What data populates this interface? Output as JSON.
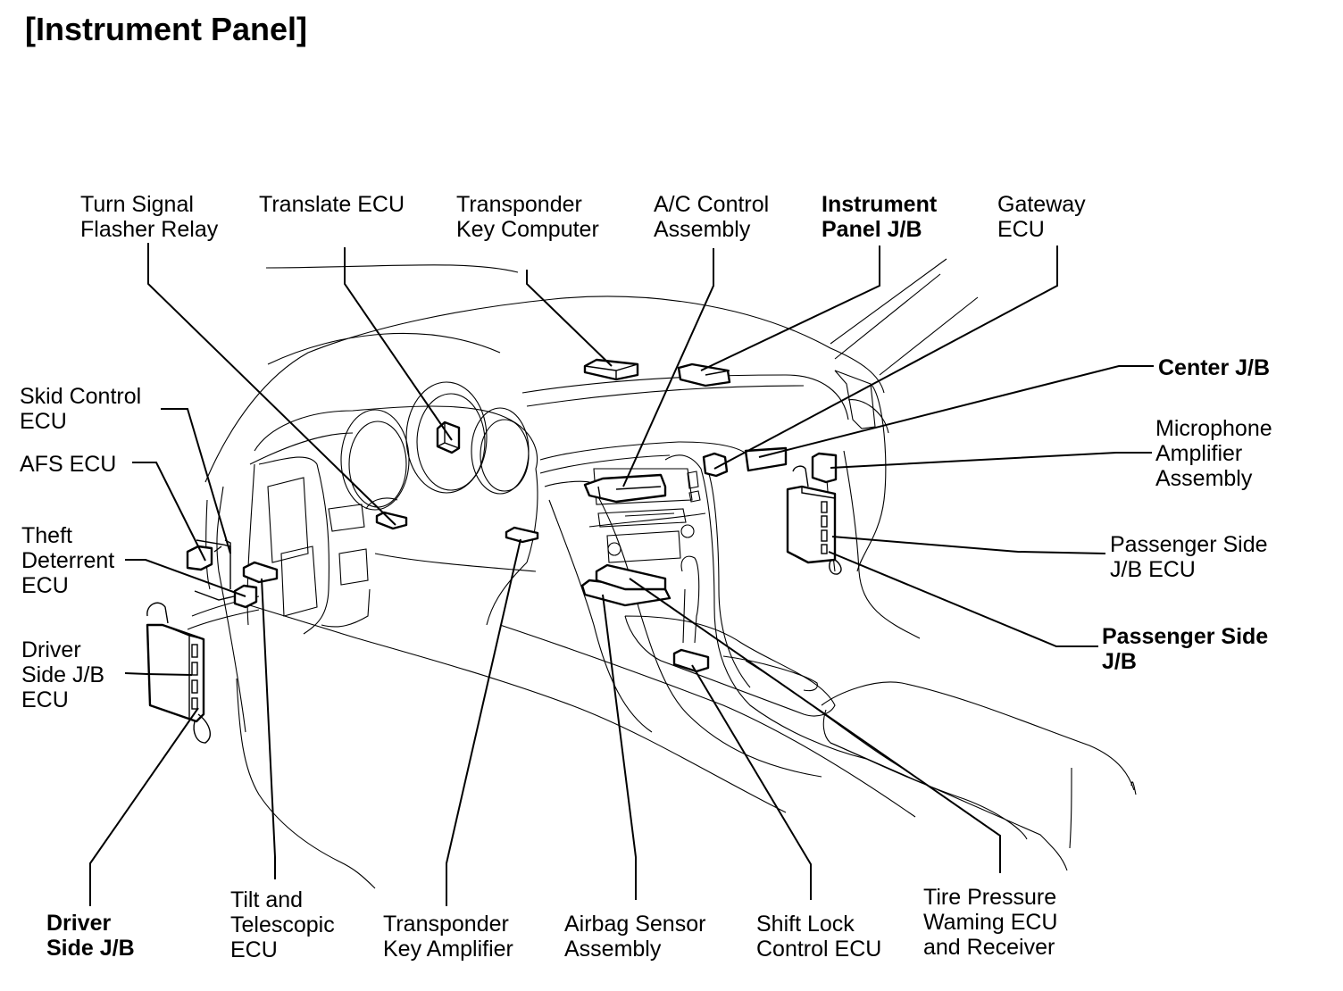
{
  "title": "[Instrument Panel]",
  "labels": {
    "turn_signal_flasher_relay": "Turn Signal\nFlasher Relay",
    "translate_ecu": "Translate ECU",
    "transponder_key_computer": "Transponder\nKey Computer",
    "ac_control_assembly": "A/C Control\nAssembly",
    "instrument_panel_jb": "Instrument\nPanel J/B",
    "gateway_ecu": "Gateway\nECU",
    "center_jb": "Center J/B",
    "microphone_amplifier_assembly": "Microphone\nAmplifier\nAssembly",
    "passenger_side_jb_ecu": "Passenger Side\nJ/B ECU",
    "passenger_side_jb": "Passenger Side\nJ/B",
    "skid_control_ecu": "Skid Control\nECU",
    "afs_ecu": "AFS ECU",
    "theft_deterrent_ecu": "Theft\nDeterrent\nECU",
    "driver_side_jb_ecu": "Driver\nSide J/B\nECU",
    "driver_side_jb": "Driver\nSide J/B",
    "tilt_and_telescopic_ecu": "Tilt and\nTelescopic\nECU",
    "transponder_key_amplifier": "Transponder\nKey Amplifier",
    "airbag_sensor_assembly": "Airbag Sensor\nAssembly",
    "shift_lock_control_ecu": "Shift Lock\nControl ECU",
    "tire_pressure_warning_ecu": "Tire Pressure\nWaming ECU\nand Receiver"
  }
}
